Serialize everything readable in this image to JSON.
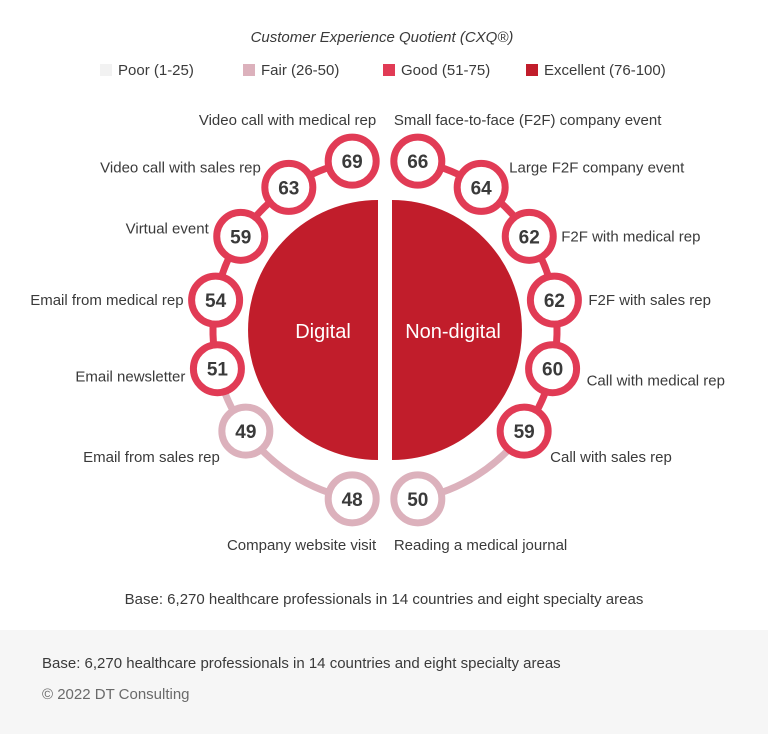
{
  "chart_data": {
    "type": "radial-score",
    "title": "Customer Experience Quotient (CXQ®)",
    "legend": [
      {
        "label": "Poor (1-25)",
        "color": "#f2f2f2"
      },
      {
        "label": "Fair (26-50)",
        "color": "#dcb1bc"
      },
      {
        "label": "Good (51-75)",
        "color": "#e13b55"
      },
      {
        "label": "Excellent (76-100)",
        "color": "#c11d2b"
      }
    ],
    "groups": [
      {
        "name": "Digital",
        "color": "#c11d2b"
      },
      {
        "name": "Non-digital",
        "color": "#c11d2b"
      }
    ],
    "digital": [
      {
        "label": "Video call with medical rep",
        "value": 69
      },
      {
        "label": "Video call with sales rep",
        "value": 63
      },
      {
        "label": "Virtual event",
        "value": 59
      },
      {
        "label": "Email from medical rep",
        "value": 54
      },
      {
        "label": "Email newsletter",
        "value": 51
      },
      {
        "label": "Email from sales rep",
        "value": 49
      },
      {
        "label": "Company website visit",
        "value": 48
      }
    ],
    "non_digital": [
      {
        "label": "Small face-to-face (F2F) company event",
        "value": 66
      },
      {
        "label": "Large F2F company event",
        "value": 64
      },
      {
        "label": "F2F with medical rep",
        "value": 62
      },
      {
        "label": "F2F with sales rep",
        "value": 62
      },
      {
        "label": "Call with medical rep",
        "value": 60
      },
      {
        "label": "Call with sales rep",
        "value": 59
      },
      {
        "label": "Reading a medical journal",
        "value": 50
      }
    ],
    "base_note": "Base: 6,270 healthcare professionals in 14 countries and eight specialty areas"
  },
  "footer": {
    "base": "Base: 6,270 healthcare professionals in 14 countries and eight specialty areas",
    "copyright": "© 2022 DT Consulting"
  }
}
